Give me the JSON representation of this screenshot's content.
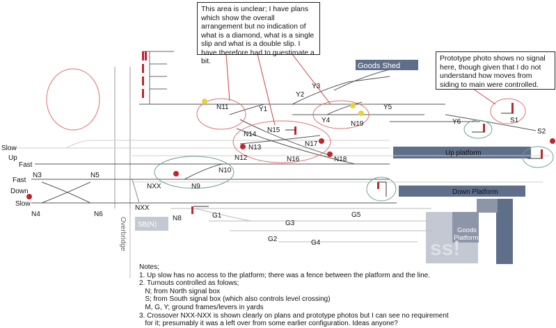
{
  "callouts": {
    "unclear": "This area is unclear; I have plans which show the overall arrangement but no indication of what is a diamond, what is a single slip and what is a double slip. I have therefore had to guestimate a bit.",
    "prototype": "Prototype photo shows no signal here, though given that I do not understand how moves from siding to main were controlled."
  },
  "line_labels": {
    "slow_up_1": "Slow",
    "slow_up_2": "Up",
    "fast_up": "Fast",
    "fast_down": "Fast",
    "down": "Down",
    "slow_down": "Slow"
  },
  "turnouts": {
    "n3": "N3",
    "n4": "N4",
    "n5": "N5",
    "n6": "N6",
    "n8": "N8",
    "n9": "N9",
    "n10": "N10",
    "n11": "N11",
    "n12": "N12",
    "n13": "N13",
    "n14": "N14",
    "n15": "N15",
    "n16": "N16",
    "n17": "N17",
    "n18": "N18",
    "n19": "N19",
    "nxx_upper": "NXX",
    "nxx_lower": "NXX",
    "y1": "Y1",
    "y2": "Y2",
    "y3": "Y3",
    "y4": "Y4",
    "y5": "Y5",
    "y6": "Y6",
    "s1": "S1",
    "s2": "S2",
    "g1": "G1",
    "g2": "G2",
    "g3": "G3",
    "g4": "G4",
    "g5": "G5"
  },
  "structures": {
    "goods_shed": "Goods Shed",
    "up_platform": "Up platform",
    "down_platform": "Down Platform",
    "goods_platforms_1": "Goods",
    "goods_platforms_2": "Platforms",
    "sb_n": "SB(N)",
    "overbridge": "Overbridge",
    "watermark": "ss!"
  },
  "notes": {
    "heading": "Notes;",
    "line1": "1. Up slow has no access to the platform; there was a fence between the platform and the line.",
    "line2": "2. Turnouts controlled as folows;",
    "line3": "   N; from North signal box",
    "line4": "   S; from South signal box (which also controls level crossing)",
    "line5": "   M, G, Y; ground frames/levers in yards",
    "line6": "3. Crossover NXX-NXX is shown clearly on plans and prototype photos but I can see no requirement",
    "line7": "   for it; presumably it was a left over from some earlier configuration. Ideas anyone?"
  },
  "colors": {
    "track": "#555555",
    "faint_track": "#cfcfcf",
    "platform": "#5f6f8a",
    "platform_light": "#c4c8d2",
    "signal_red": "#c0262c",
    "signal_yellow": "#e8d23a",
    "red_circle": "#e07070",
    "green_circle": "#6fa08f",
    "callout_line": "#d04040"
  }
}
